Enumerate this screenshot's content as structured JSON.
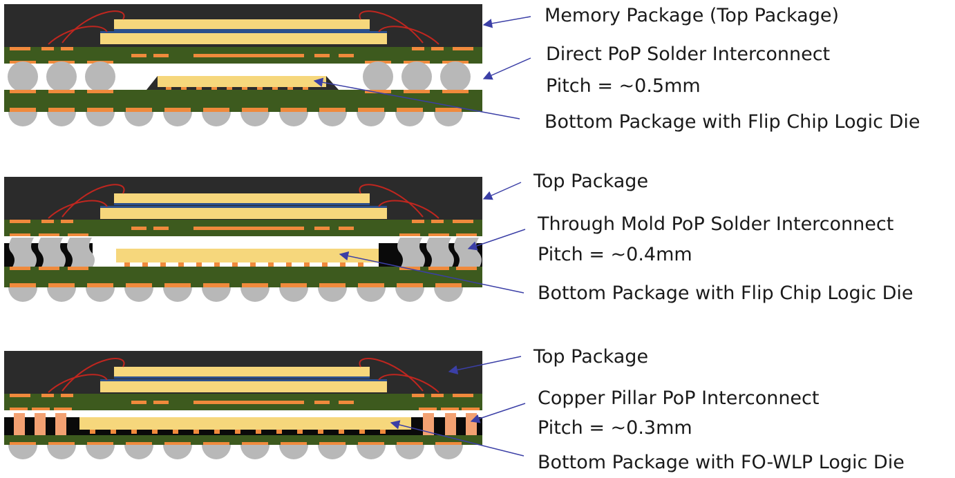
{
  "panels": [
    {
      "id": "direct",
      "labels": {
        "top": "Memory Package (Top Package)",
        "interconnect": "Direct PoP Solder Interconnect",
        "pitch": "Pitch = ~0.5mm",
        "bottom": "Bottom Package with Flip Chip Logic Die"
      }
    },
    {
      "id": "through-mold",
      "labels": {
        "top": "Top Package",
        "interconnect": "Through Mold PoP Solder Interconnect",
        "pitch": "Pitch = ~0.4mm",
        "bottom": "Bottom Package with Flip Chip Logic Die"
      }
    },
    {
      "id": "copper-pillar",
      "labels": {
        "top": "Top Package",
        "interconnect": "Copper Pillar PoP Interconnect",
        "pitch": "Pitch = ~0.3mm",
        "bottom": "Bottom Package with FO-WLP Logic Die"
      }
    }
  ],
  "colors": {
    "mold": "#2b2b2b",
    "substrate": "#3d5a1e",
    "pad": "#f08a3c",
    "die": "#f6d77c",
    "die_stripe": "#2c4f8c",
    "ball": "#b8b8b8",
    "wire": "#c0261f",
    "arrow": "#3b3fa6",
    "black_mold": "#0a0a0a",
    "pillar": "#f3a172"
  }
}
